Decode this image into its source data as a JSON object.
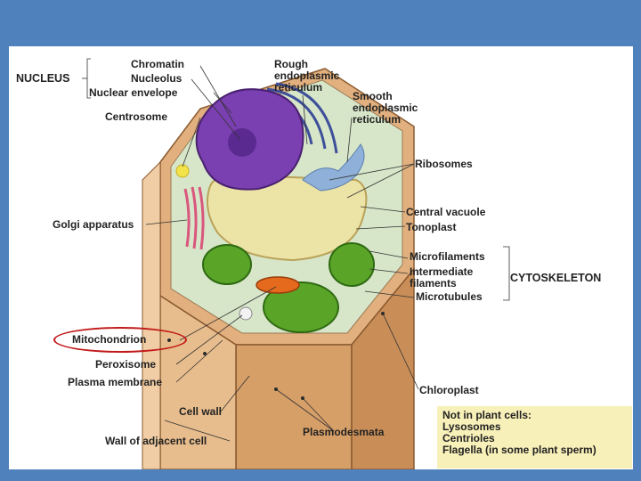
{
  "labels": {
    "nucleus": "NUCLEUS",
    "chromatin": "Chromatin",
    "nucleolus": "Nucleolus",
    "nuclear_envelope": "Nuclear envelope",
    "centrosome": "Centrosome",
    "golgi": "Golgi apparatus",
    "rough_er": "Rough\nendoplasmic\nreticulum",
    "smooth_er": "Smooth\nendoplasmic\nreticulum",
    "ribosomes": "Ribosomes",
    "central_vacuole": "Central vacuole",
    "tonoplast": "Tonoplast",
    "microfilaments": "Microfilaments",
    "intermediate_filaments": "Intermediate\nfilaments",
    "microtubules": "Microtubules",
    "cytoskeleton": "CYTOSKELETON",
    "mitochondrion": "Mitochondrion",
    "peroxisome": "Peroxisome",
    "plasma_membrane": "Plasma membrane",
    "chloroplast": "Chloroplast",
    "cell_wall": "Cell wall",
    "plasmodesmata": "Plasmodesmata",
    "wall_adjacent": "Wall of adjacent cell"
  },
  "note": {
    "title": "Not in plant cells:",
    "items": [
      "Lysosomes",
      "Centrioles",
      "Flagella (in some plant sperm)"
    ]
  },
  "colors": {
    "background": "#4f81bd",
    "slide": "#ffffff",
    "note_box": "#f8f0b9",
    "highlight_circle": "#c21a1a",
    "cell_wall": "#e2b07e",
    "nucleus": "#7a3fb0",
    "chloroplast": "#5aa528",
    "vacuole": "#ece3a6",
    "golgi": "#d9577c",
    "mitochondrion": "#e56a1e"
  }
}
